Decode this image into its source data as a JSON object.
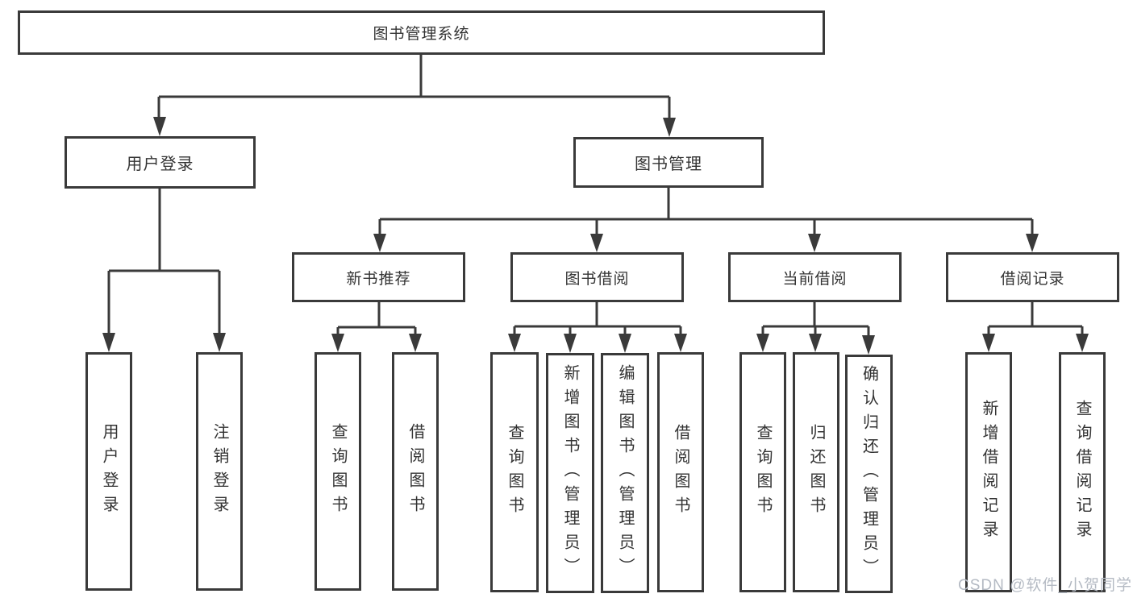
{
  "tree": {
    "label": "图书管理系统",
    "children": [
      {
        "label": "用户登录",
        "children": [
          {
            "label": "用户登录"
          },
          {
            "label": "注销登录"
          }
        ]
      },
      {
        "label": "图书管理",
        "children": [
          {
            "label": "新书推荐",
            "children": [
              {
                "label": "查询图书"
              },
              {
                "label": "借阅图书"
              }
            ]
          },
          {
            "label": "图书借阅",
            "children": [
              {
                "label": "查询图书"
              },
              {
                "label": "新增图书（管理员）"
              },
              {
                "label": "编辑图书（管理员）"
              },
              {
                "label": "借阅图书"
              }
            ]
          },
          {
            "label": "当前借阅",
            "children": [
              {
                "label": "查询图书"
              },
              {
                "label": "归还图书"
              },
              {
                "label": "确认归还（管理员）"
              }
            ]
          },
          {
            "label": "借阅记录",
            "children": [
              {
                "label": "新增借阅记录"
              },
              {
                "label": "查询借阅记录"
              }
            ]
          }
        ]
      }
    ]
  },
  "watermark": {
    "text": "CSDN @软件_小贺同学",
    "color": "#b4bac3"
  },
  "colors": {
    "line": "#3a3a3a",
    "box_border": "#3a3a3a",
    "text": "#333333",
    "background": "#ffffff",
    "watermark": "#b4bac3"
  }
}
